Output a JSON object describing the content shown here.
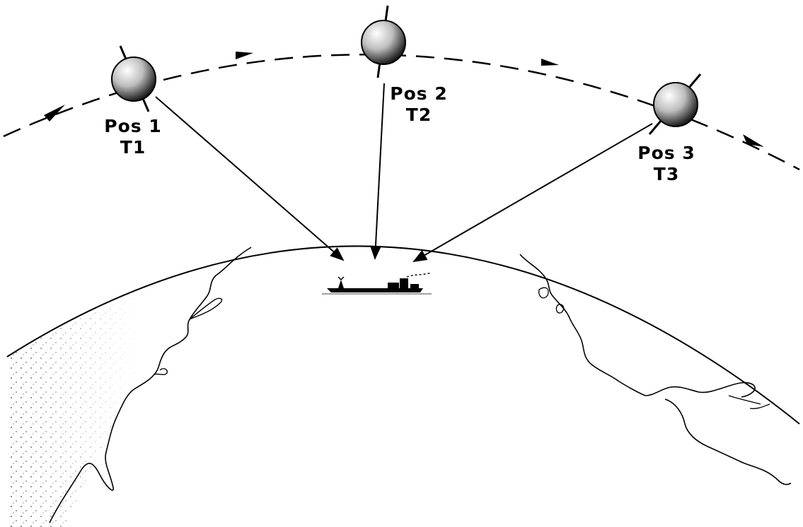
{
  "satellites": [
    {
      "pos_label": "Pos 1",
      "time_label": "T1"
    },
    {
      "pos_label": "Pos 2",
      "time_label": "T2"
    },
    {
      "pos_label": "Pos 3",
      "time_label": "T3"
    }
  ],
  "colors": {
    "ink": "#000000",
    "background": "#ffffff"
  },
  "icons": [
    "satellite-icon",
    "ship-icon",
    "orbit-direction-arrow-icon"
  ]
}
